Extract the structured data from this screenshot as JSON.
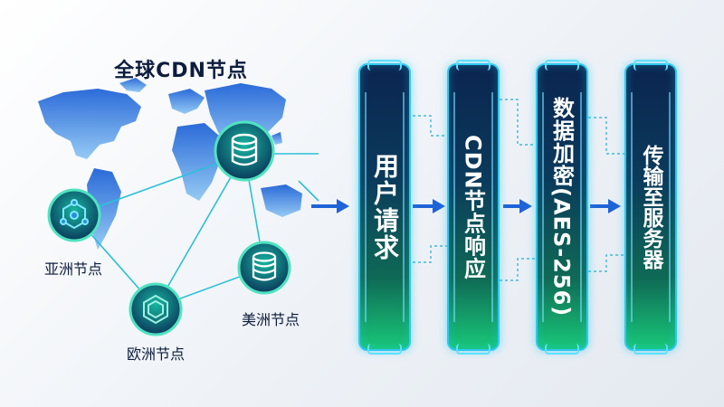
{
  "map": {
    "title": "全球CDN节点",
    "nodes": {
      "asia": "亚洲节点",
      "europe": "欧洲节点",
      "america": "美洲节点"
    }
  },
  "pipeline": {
    "steps": [
      "用户请求",
      "CDN节点响应",
      "数据加密(AES-256)",
      "传输至服务器"
    ]
  },
  "colors": {
    "pillar_border": "#2ec8f0",
    "pillar_top": "#0b2550",
    "pillar_bottom": "#19c879",
    "arrow": "#1f63d8",
    "title_text": "#0d1c3d"
  },
  "icons": [
    "world-map",
    "database-icon",
    "network-node-icon",
    "hexagon-icon",
    "database-icon"
  ]
}
